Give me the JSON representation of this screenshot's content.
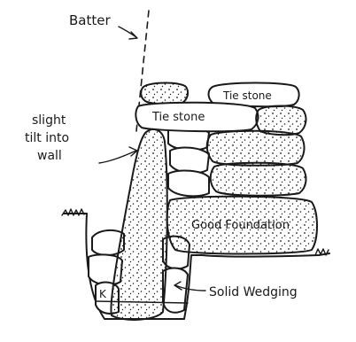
{
  "diagram": {
    "labels": {
      "batter": "Batter",
      "tilt_line1": "slight",
      "tilt_line2": "tilt into",
      "tilt_line3": "wall",
      "tie_stone_top": "Tie stone",
      "tie_stone_left": "Tie stone",
      "good_foundation": "Good Foundation",
      "solid_wedging": "Solid Wedging",
      "k_mark": "K"
    },
    "colors": {
      "ink": "#1a1a1a",
      "paper": "#ffffff"
    }
  }
}
